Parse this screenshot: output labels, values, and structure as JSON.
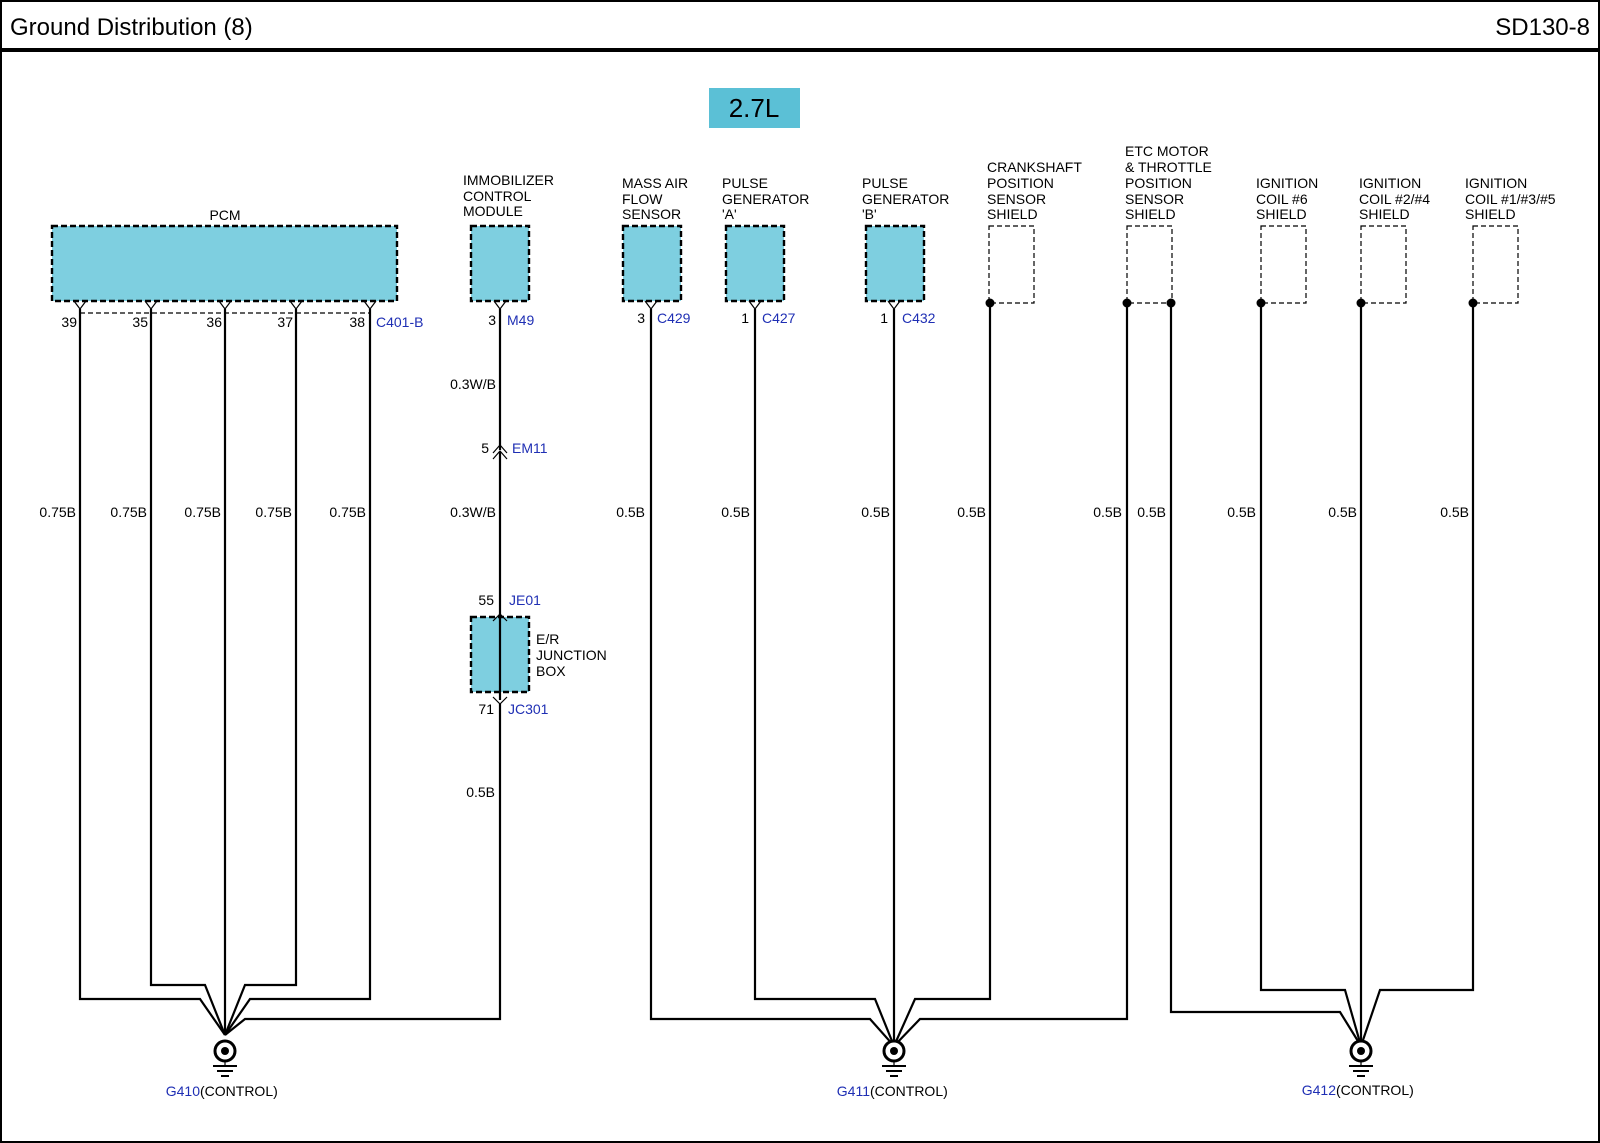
{
  "header": {
    "title": "Ground Distribution (8)",
    "page_code": "SD130-8"
  },
  "engine_badge": {
    "label": "2.7L",
    "color": "#5bc0d6"
  },
  "colors": {
    "component_fill": "#7ecfe0",
    "connector_text": "#1f2fb4",
    "wire": "#000000"
  },
  "components": {
    "pcm": "PCM",
    "immobilizer": [
      "IMMOBILIZER",
      "CONTROL",
      "MODULE"
    ],
    "maf": [
      "MASS AIR",
      "FLOW",
      "SENSOR"
    ],
    "pulse_a": [
      "PULSE",
      "GENERATOR",
      "'A'"
    ],
    "pulse_b": [
      "PULSE",
      "GENERATOR",
      "'B'"
    ],
    "crankshaft": [
      "CRANKSHAFT",
      "POSITION",
      "SENSOR",
      "SHIELD"
    ],
    "etc": [
      "ETC MOTOR",
      "& THROTTLE",
      "POSITION",
      "SENSOR",
      "SHIELD"
    ],
    "coil6": [
      "IGNITION",
      "COIL #6",
      "SHIELD"
    ],
    "coil24": [
      "IGNITION",
      "COIL #2/#4",
      "SHIELD"
    ],
    "coil135": [
      "IGNITION",
      "COIL #1/#3/#5",
      "SHIELD"
    ],
    "junction": [
      "E/R",
      "JUNCTION",
      "BOX"
    ]
  },
  "pins": {
    "pcm": [
      "39",
      "35",
      "36",
      "37",
      "38"
    ],
    "m49": "3",
    "em11": "5",
    "je01": "55",
    "jc301": "71",
    "c429": "3",
    "c427": "1",
    "c432": "1"
  },
  "connectors": {
    "pcm": "C401-B",
    "m49": "M49",
    "em11": "EM11",
    "je01": "JE01",
    "jc301": "JC301",
    "c429": "C429",
    "c427": "C427",
    "c432": "C432"
  },
  "wires": {
    "pcm": [
      "0.75B",
      "0.75B",
      "0.75B",
      "0.75B",
      "0.75B"
    ],
    "imm_upper": "0.3W/B",
    "imm_mid": "0.3W/B",
    "imm_lower": "0.5B",
    "g411": [
      "0.5B",
      "0.5B",
      "0.5B",
      "0.5B",
      "0.5B"
    ],
    "g412": [
      "0.5B",
      "0.5B",
      "0.5B",
      "0.5B"
    ]
  },
  "grounds": {
    "g410": {
      "id": "G410",
      "desc": "(CONTROL)"
    },
    "g411": {
      "id": "G411",
      "desc": "(CONTROL)"
    },
    "g412": {
      "id": "G412",
      "desc": "(CONTROL)"
    }
  }
}
